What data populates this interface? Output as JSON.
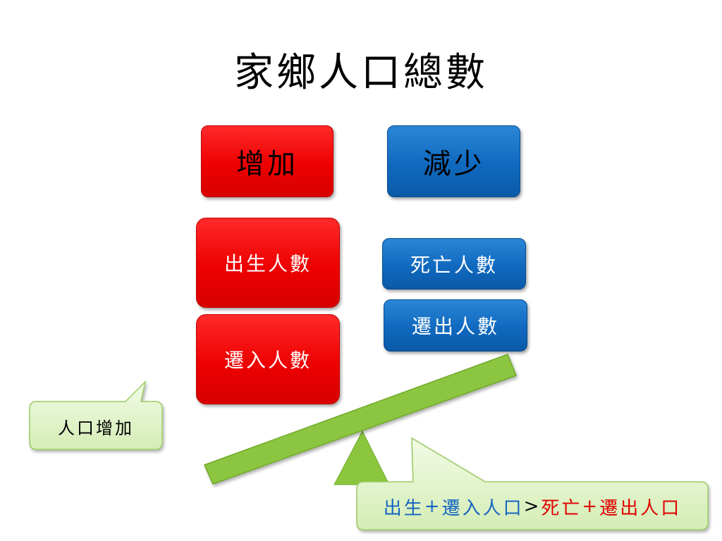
{
  "title": "家鄉人口總數",
  "increase": {
    "header": "增加",
    "items": [
      "出生人數",
      "遷入人數"
    ]
  },
  "decrease": {
    "header": "減少",
    "items": [
      "死亡人數",
      "遷出人數"
    ]
  },
  "callout_left": "人口增加",
  "callout_bottom": {
    "part1": "出生",
    "plus1": "+",
    "part2": "遷入人口",
    "gt": ">",
    "part3": "死亡",
    "plus2": "+",
    "part4": "遷出人口"
  },
  "colors": {
    "red": "#ee0000",
    "blue": "#1069bf",
    "green_bar": "#8cc63f",
    "callout_fill": "#e4f5cf",
    "callout_border": "#9ccc65"
  }
}
